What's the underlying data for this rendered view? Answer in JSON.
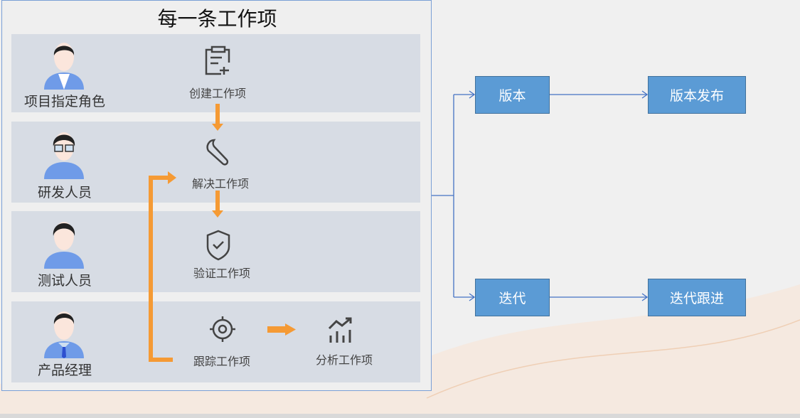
{
  "title": "每一条工作项",
  "roles": [
    "项目指定角色",
    "研发人员",
    "测试人员",
    "产品经理"
  ],
  "steps": {
    "create": "创建工作项",
    "resolve": "解决工作项",
    "verify": "验证工作项",
    "track": "跟踪工作项",
    "analyze": "分析工作项"
  },
  "outputs": {
    "version": "版本",
    "version_release": "版本发布",
    "iteration": "迭代",
    "iteration_follow": "迭代跟进"
  },
  "colors": {
    "arrow": "#f59a34",
    "box": "#5b9bd5",
    "line": "#4472c4",
    "row": "#d7dce4",
    "avatar_shirt": "#6f9be8"
  }
}
